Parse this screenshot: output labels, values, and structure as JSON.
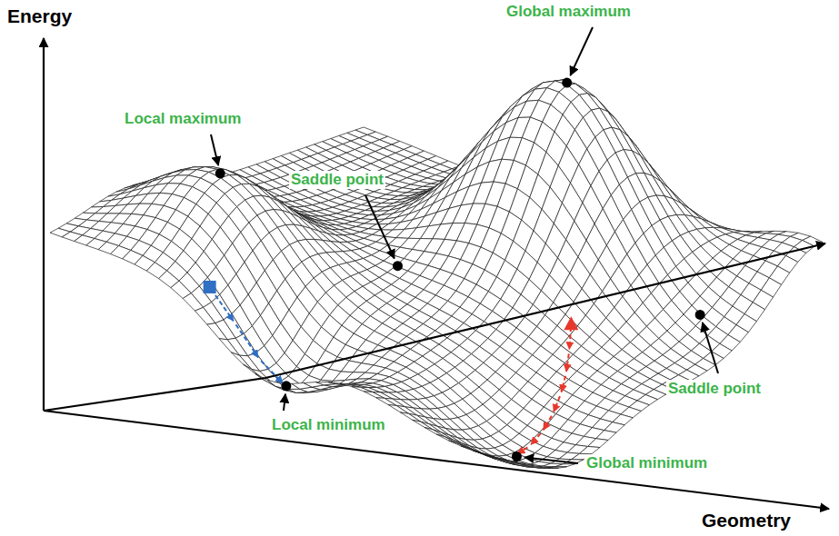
{
  "diagram": {
    "labels": [
      "Energy",
      "Global maximum",
      "Local maximum",
      "Saddle point",
      "Saddle point",
      "Local minimum",
      "Global minimum",
      "Geometry"
    ]
  }
}
